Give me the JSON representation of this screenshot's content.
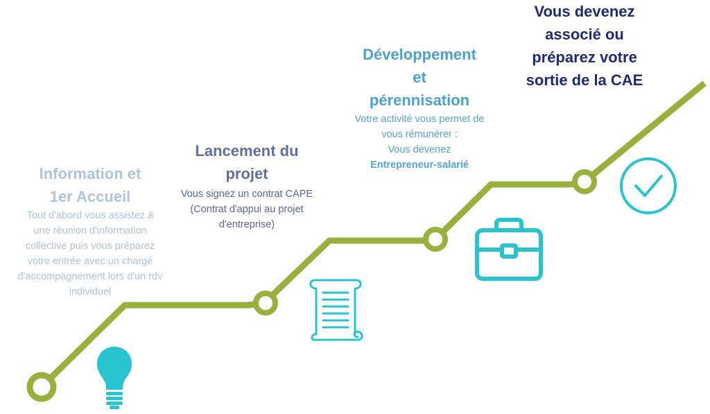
{
  "colors": {
    "path": "#99b03c",
    "icon": "#27c3cf",
    "step1": "#aec4d8",
    "step2": "#5f6f9f",
    "step3": "#4aa0d8",
    "step4": "#1d2a78"
  },
  "steps": [
    {
      "title_line1": "Information et",
      "title_line2": "1er Accueil",
      "desc_lines": [
        "Tout d'abord vous assistez à",
        "une réunion d'information",
        "collective puis vous préparez",
        "votre entrée avec un chargé",
        "d'accompagnement lors d'un rdv",
        "individuel"
      ],
      "icon": "lightbulb-icon"
    },
    {
      "title_line1": "Lancement du",
      "title_line2": "projet",
      "desc_lines": [
        "Vous signez un contrat CAPE",
        "(Contrat d'appui au projet",
        "d'entreprise)"
      ],
      "icon": "scroll-icon"
    },
    {
      "title_line1": "Développement",
      "title_line2": "et",
      "title_line3": "pérennisation",
      "desc_lines": [
        "Votre activité vous permet de",
        "vous rémunérer :",
        "Vous devenez"
      ],
      "desc_bold": "Entrepreneur-salarié",
      "icon": "briefcase-icon"
    },
    {
      "title_line1": "Vous devenez",
      "title_line2": "associé ou",
      "title_line3": "préparez votre",
      "title_line4": "sortie de la CAE",
      "icon": "checkmark-circle-icon"
    }
  ]
}
